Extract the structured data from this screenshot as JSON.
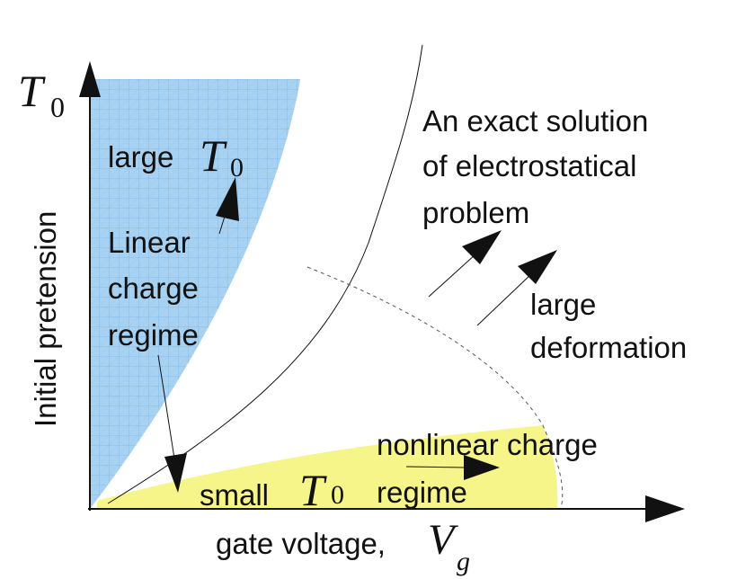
{
  "colors": {
    "linear_region": "#a8d2f2",
    "linear_grid": "#7cb4e2",
    "nonlinear_region": "#f5f58a",
    "ink": "#111111"
  },
  "axes": {
    "y_label": "Initial pretension",
    "y_symbol": "T",
    "y_symbol_sub": "0",
    "x_label": "gate voltage,",
    "x_symbol": "V",
    "x_symbol_sub": "g"
  },
  "labels": {
    "large_t0_text": "large",
    "large_t0_symbol": "T",
    "large_t0_sub": "0",
    "linear_line1": "Linear",
    "linear_line2": "charge",
    "linear_line3": "regime",
    "small_t0_text": "small",
    "small_t0_symbol": "T",
    "small_t0_sub": "0",
    "nonlinear_line1": "nonlinear charge",
    "nonlinear_line2": "regime",
    "exact_line1": "An exact solution",
    "exact_line2": "of electrostatical",
    "exact_line3": "problem",
    "large_def_line1": "large",
    "large_def_line2": "deformation"
  }
}
